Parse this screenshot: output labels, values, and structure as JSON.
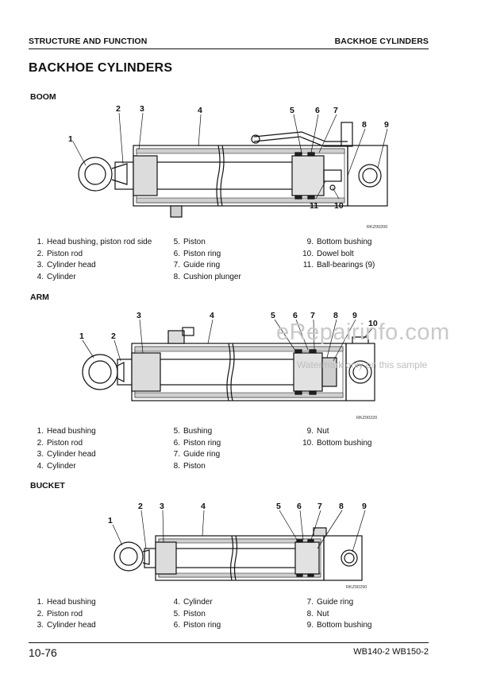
{
  "header": {
    "left": "STRUCTURE AND FUNCTION",
    "right": "BACKHOE CYLINDERS"
  },
  "title": "BACKHOE CYLINDERS",
  "sections": {
    "boom": {
      "label": "BOOM",
      "code": "RKZ00200",
      "callouts": [
        "1",
        "2",
        "3",
        "4",
        "5",
        "6",
        "7",
        "8",
        "9",
        "10",
        "11"
      ],
      "legend": [
        {
          "n": "1.",
          "t": "Head bushing, piston rod side"
        },
        {
          "n": "2.",
          "t": "Piston rod"
        },
        {
          "n": "3.",
          "t": "Cylinder head"
        },
        {
          "n": "4.",
          "t": "Cylinder"
        },
        {
          "n": "5.",
          "t": "Piston"
        },
        {
          "n": "6.",
          "t": "Piston ring"
        },
        {
          "n": "7.",
          "t": "Guide ring"
        },
        {
          "n": "8.",
          "t": "Cushion plunger"
        },
        {
          "n": "9.",
          "t": "Bottom bushing"
        },
        {
          "n": "10.",
          "t": "Dowel bolt"
        },
        {
          "n": "11.",
          "t": "Ball-bearings (9)"
        }
      ]
    },
    "arm": {
      "label": "ARM",
      "code": "RKZ00220",
      "callouts": [
        "1",
        "2",
        "3",
        "4",
        "5",
        "6",
        "7",
        "8",
        "9",
        "10"
      ],
      "legend": [
        {
          "n": "1.",
          "t": "Head bushing"
        },
        {
          "n": "2.",
          "t": "Piston rod"
        },
        {
          "n": "3.",
          "t": "Cylinder head"
        },
        {
          "n": "4.",
          "t": "Cylinder"
        },
        {
          "n": "5.",
          "t": "Bushing"
        },
        {
          "n": "6.",
          "t": "Piston ring"
        },
        {
          "n": "7.",
          "t": "Guide ring"
        },
        {
          "n": "8.",
          "t": "Piston"
        },
        {
          "n": "9.",
          "t": "Nut"
        },
        {
          "n": "10.",
          "t": "Bottom bushing"
        }
      ]
    },
    "bucket": {
      "label": "BUCKET",
      "code": "RKZ00290",
      "callouts": [
        "1",
        "2",
        "3",
        "4",
        "5",
        "6",
        "7",
        "8",
        "9"
      ],
      "legend": [
        {
          "n": "1.",
          "t": "Head bushing"
        },
        {
          "n": "2.",
          "t": "Piston rod"
        },
        {
          "n": "3.",
          "t": "Cylinder head"
        },
        {
          "n": "4.",
          "t": "Cylinder"
        },
        {
          "n": "5.",
          "t": "Piston"
        },
        {
          "n": "6.",
          "t": "Piston ring"
        },
        {
          "n": "7.",
          "t": "Guide ring"
        },
        {
          "n": "8.",
          "t": "Nut"
        },
        {
          "n": "9.",
          "t": "Bottom bushing"
        }
      ]
    }
  },
  "watermark": {
    "main": "eRepairinfo.com",
    "sub": "Watermark only on this sample"
  },
  "footer": {
    "page": "10-76",
    "model": "WB140-2 WB150-2"
  }
}
